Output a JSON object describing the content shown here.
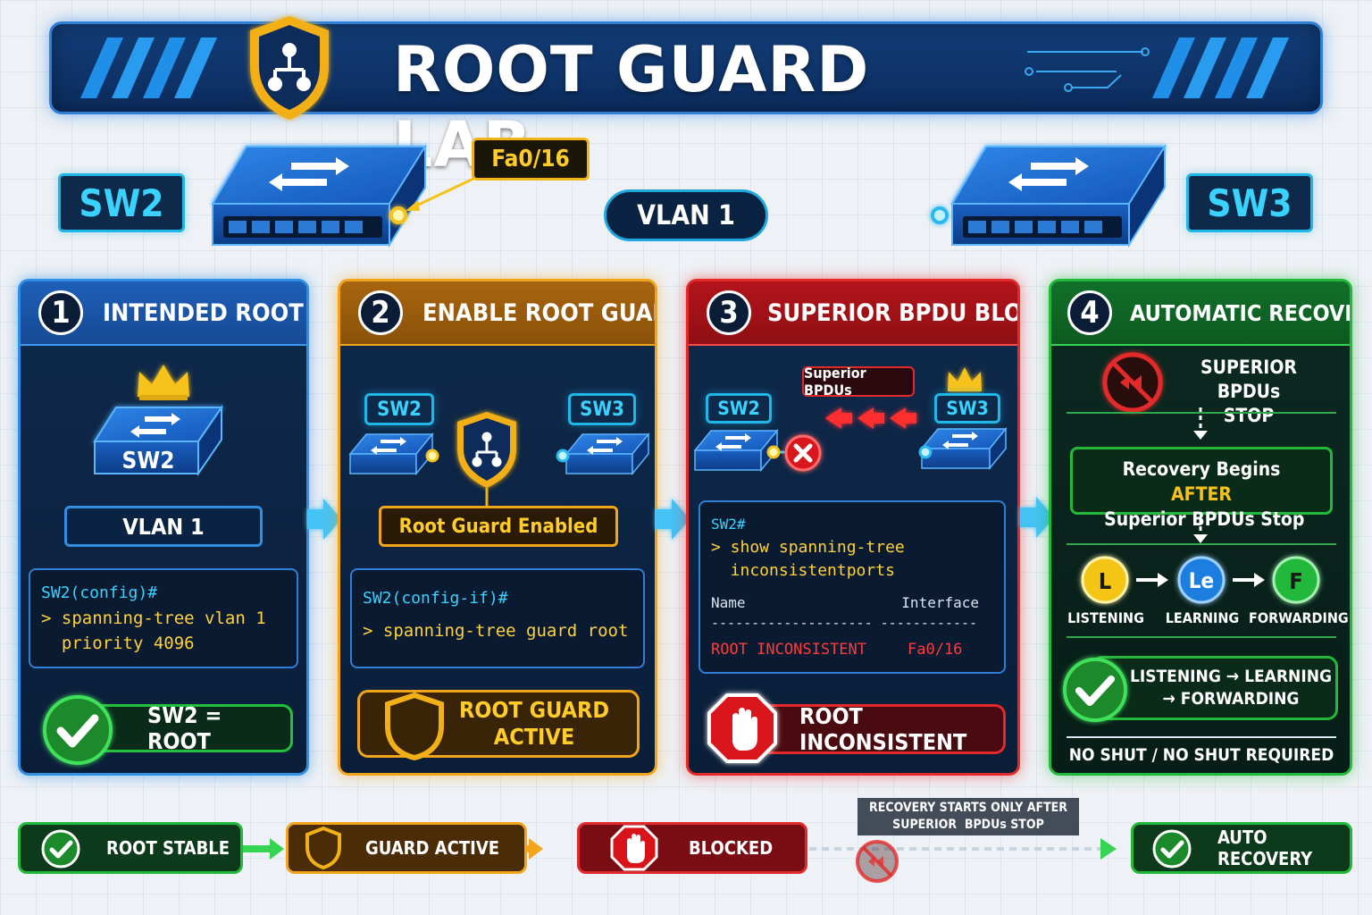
{
  "title": "ROOT GUARD LAB",
  "topology": {
    "left_switch": "SW2",
    "right_switch": "SW3",
    "port": "Fa0/16",
    "link": "VLAN 1"
  },
  "steps": [
    {
      "number": "1",
      "title": "INTENDED ROOT",
      "switch": "SW2",
      "vlan": "VLAN 1",
      "prompt": "SW2(config)#",
      "command_line1": "> spanning-tree vlan 1",
      "command_line2": "  priority 4096",
      "status": "SW2 = ROOT",
      "color": "#2f8fe6"
    },
    {
      "number": "2",
      "title": "ENABLE ROOT GUARD",
      "left_switch": "SW2",
      "right_switch": "SW3",
      "label": "Root Guard Enabled",
      "prompt": "SW2(config-if)#",
      "command": "> spanning-tree guard root",
      "status_line1": "ROOT GUARD",
      "status_line2": "ACTIVE",
      "color": "#f2a51a"
    },
    {
      "number": "3",
      "title": "SUPERIOR BPDU BLOCKED",
      "left_switch": "SW2",
      "right_switch": "SW3",
      "bpdu_label": "Superior BPDUs",
      "prompt": "SW2#",
      "command_line1": "> show spanning-tree",
      "command_line2": "  inconsistentports",
      "col_name": "Name",
      "col_interface": "Interface",
      "rule": "-------------------- ------------",
      "row_name": "ROOT INCONSISTENT",
      "row_interface": "Fa0/16",
      "status": "ROOT INCONSISTENT",
      "color": "#e32a2a"
    },
    {
      "number": "4",
      "title": "AUTOMATIC RECOVERY",
      "stop_line1": "SUPERIOR BPDUs",
      "stop_line2": "STOP",
      "recovery_line1": "Recovery Begins",
      "recovery_after": "AFTER",
      "recovery_line2_rest": " Superior BPDUs Stop",
      "states": [
        {
          "letter": "L",
          "label": "LISTENING",
          "color": "#f5c518"
        },
        {
          "letter": "Le",
          "label": "LEARNING",
          "color": "#1e7fe0"
        },
        {
          "letter": "F",
          "label": "FORWARDING",
          "color": "#22b83a"
        }
      ],
      "sequence_line1": "LISTENING → LEARNING",
      "sequence_line2": "→ FORWARDING",
      "footer": "NO SHUT / NO SHUT REQUIRED",
      "color": "#22b83a"
    }
  ],
  "timeline": {
    "items": [
      "ROOT STABLE",
      "GUARD ACTIVE",
      "BLOCKED",
      "AUTO RECOVERY"
    ],
    "note_line1": "RECOVERY STARTS ONLY AFTER",
    "note_line2": "SUPERIOR  BPDUs STOP"
  },
  "colors": {
    "blue": "#2f8fe6",
    "yellow": "#f2a51a",
    "red": "#e32a2a",
    "green": "#22b83a",
    "cyan": "#1fb6e8"
  }
}
